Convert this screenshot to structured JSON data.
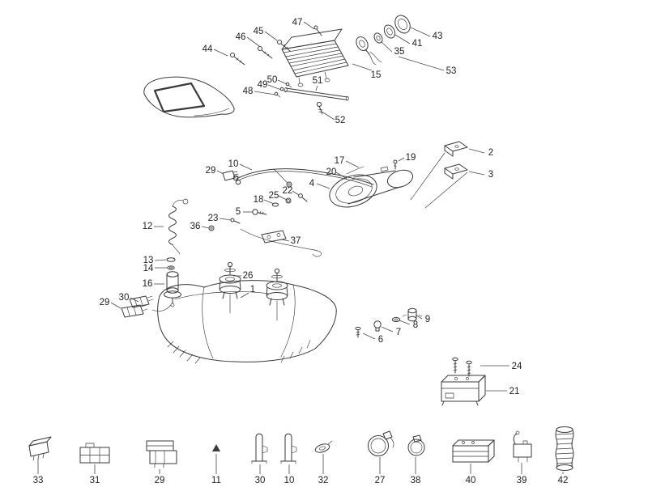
{
  "colors": {
    "background": "#ffffff",
    "line": "#3a3a3a",
    "label": "#222222"
  },
  "callouts": [
    {
      "label": "47"
    },
    {
      "label": "45"
    },
    {
      "label": "46"
    },
    {
      "label": "44"
    },
    {
      "label": "43"
    },
    {
      "label": "41"
    },
    {
      "label": "35"
    },
    {
      "label": "15"
    },
    {
      "label": "53"
    },
    {
      "label": "50"
    },
    {
      "label": "49"
    },
    {
      "label": "48"
    },
    {
      "label": "51"
    },
    {
      "label": "52"
    },
    {
      "label": "19"
    },
    {
      "label": "2"
    },
    {
      "label": "3"
    },
    {
      "label": "17"
    },
    {
      "label": "10"
    },
    {
      "label": "29"
    },
    {
      "label": "20"
    },
    {
      "label": "4"
    },
    {
      "label": "22"
    },
    {
      "label": "25"
    },
    {
      "label": "18"
    },
    {
      "label": "5"
    },
    {
      "label": "23"
    },
    {
      "label": "36"
    },
    {
      "label": "12"
    },
    {
      "label": "37"
    },
    {
      "label": "13"
    },
    {
      "label": "14"
    },
    {
      "label": "16"
    },
    {
      "label": "26"
    },
    {
      "label": "1"
    },
    {
      "label": "30"
    },
    {
      "label": "29"
    },
    {
      "label": "6"
    },
    {
      "label": "7"
    },
    {
      "label": "8"
    },
    {
      "label": "9"
    },
    {
      "label": "24"
    },
    {
      "label": "21"
    },
    {
      "label": "33"
    },
    {
      "label": "31"
    },
    {
      "label": "29"
    },
    {
      "label": "11"
    },
    {
      "label": "30"
    },
    {
      "label": "10"
    },
    {
      "label": "32"
    },
    {
      "label": "27"
    },
    {
      "label": "38"
    },
    {
      "label": "40"
    },
    {
      "label": "39"
    },
    {
      "label": "42"
    }
  ]
}
